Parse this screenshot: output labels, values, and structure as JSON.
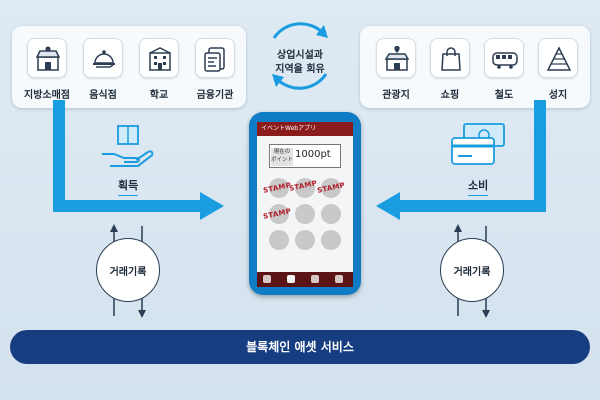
{
  "left_panel": {
    "items": [
      {
        "label": "지방소매점",
        "icon": "store-icon"
      },
      {
        "label": "음식점",
        "icon": "cloche-icon"
      },
      {
        "label": "학교",
        "icon": "school-icon"
      },
      {
        "label": "금융기관",
        "icon": "bank-card-icon"
      }
    ]
  },
  "right_panel": {
    "items": [
      {
        "label": "관광지",
        "icon": "store-pin-icon"
      },
      {
        "label": "쇼핑",
        "icon": "shopping-bag-icon"
      },
      {
        "label": "철도",
        "icon": "train-icon"
      },
      {
        "label": "성지",
        "icon": "pyramid-icon"
      }
    ]
  },
  "cycle": {
    "line1": "상업시설과",
    "line2": "지역을 회유"
  },
  "flows": {
    "acquire": "획득",
    "spend": "소비"
  },
  "ledger": {
    "left": "거래기록",
    "right": "거래기록"
  },
  "phone": {
    "app_title": "イベントWebアプリ",
    "points_label_line1": "現在の",
    "points_label_line2": "ポイント",
    "points_value": "1000pt",
    "stamp_text": "STAMP"
  },
  "banner": {
    "text": "블록체인 애셋 서비스"
  },
  "colors": {
    "flow": "#1a9de0",
    "banner": "#163d80",
    "phone": "#0f7cc5",
    "stamp": "#b11e2a"
  }
}
